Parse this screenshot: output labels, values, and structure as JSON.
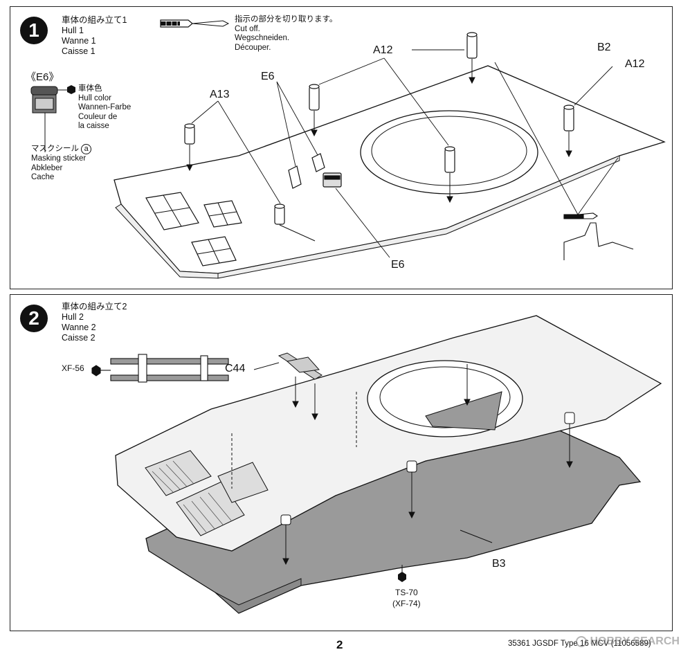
{
  "step1": {
    "number": "1",
    "title_ja": "車体の組み立て1",
    "title_en": "Hull 1",
    "title_de": "Wanne 1",
    "title_fr": "Caisse 1",
    "cut_ja": "指示の部分を切り取ります。",
    "cut_en": "Cut off.",
    "cut_de": "Wegschneiden.",
    "cut_fr": "Découper.",
    "part_ref": "《E6》",
    "color_ja": "車体色",
    "color_en": "Hull color",
    "color_de": "Wannen-Farbe",
    "color_fr1": "Couleur de",
    "color_fr2": "la caisse",
    "mask_ja": "マスクシール",
    "mask_letter": "a",
    "mask_en": "Masking sticker",
    "mask_de": "Abkleber",
    "mask_fr": "Cache",
    "labels": {
      "a13": "A13",
      "e6_top": "E6",
      "a12_top": "A12",
      "b2": "B2",
      "a12_right": "A12",
      "e6_bottom": "E6"
    }
  },
  "step2": {
    "number": "2",
    "title_ja": "車体の組み立て2",
    "title_en": "Hull 2",
    "title_de": "Wanne 2",
    "title_fr": "Caisse 2",
    "paint_xf56": "XF-56",
    "labels": {
      "c44": "C44",
      "b3": "B3",
      "ts70": "TS-70",
      "xf74": "(XF-74)"
    }
  },
  "footer": {
    "page_number": "2",
    "product_line": "35361 JGSDF Type 16 MCV (11056589)",
    "watermark": "HOBBY SEARCH"
  },
  "colors": {
    "ink": "#111111",
    "hull_gray": "#9a9a9a",
    "light_gray": "#dcdcdc"
  }
}
